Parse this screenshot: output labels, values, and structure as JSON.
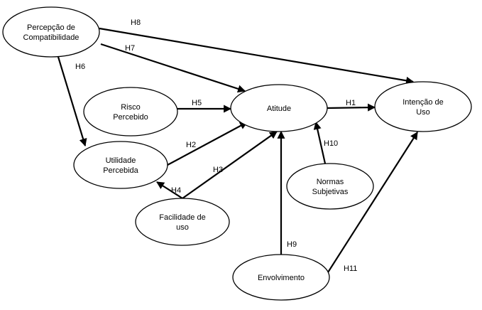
{
  "nodes": {
    "percepcao": {
      "lines": [
        "Percepção de",
        "Compatibilidade"
      ]
    },
    "risco": {
      "lines": [
        "Risco",
        "Percebido"
      ]
    },
    "utilidade": {
      "lines": [
        "Utilidade",
        "Percebida"
      ]
    },
    "facilidade": {
      "lines": [
        "Facilidade de",
        "uso"
      ]
    },
    "atitude": {
      "lines": [
        "Atitude"
      ]
    },
    "normas": {
      "lines": [
        "Normas",
        "Subjetivas"
      ]
    },
    "envolvimento": {
      "lines": [
        "Envolvimento"
      ]
    },
    "intencao": {
      "lines": [
        "Intenção de",
        "Uso"
      ]
    }
  },
  "edges": [
    {
      "id": "H1",
      "label": "H1",
      "from": "atitude",
      "to": "intencao"
    },
    {
      "id": "H2",
      "label": "H2",
      "from": "utilidade",
      "to": "atitude"
    },
    {
      "id": "H3",
      "label": "H3",
      "from": "facilidade",
      "to": "atitude"
    },
    {
      "id": "H4",
      "label": "H4",
      "from": "facilidade",
      "to": "utilidade"
    },
    {
      "id": "H5",
      "label": "H5",
      "from": "risco",
      "to": "atitude"
    },
    {
      "id": "H6",
      "label": "H6",
      "from": "percepcao",
      "to": "utilidade"
    },
    {
      "id": "H7",
      "label": "H7",
      "from": "percepcao",
      "to": "atitude"
    },
    {
      "id": "H8",
      "label": "H8",
      "from": "percepcao",
      "to": "intencao"
    },
    {
      "id": "H9",
      "label": "H9",
      "from": "envolvimento",
      "to": "atitude"
    },
    {
      "id": "H10",
      "label": "H10",
      "from": "normas",
      "to": "atitude"
    },
    {
      "id": "H11",
      "label": "H11",
      "from": "envolvimento",
      "to": "intencao"
    }
  ]
}
